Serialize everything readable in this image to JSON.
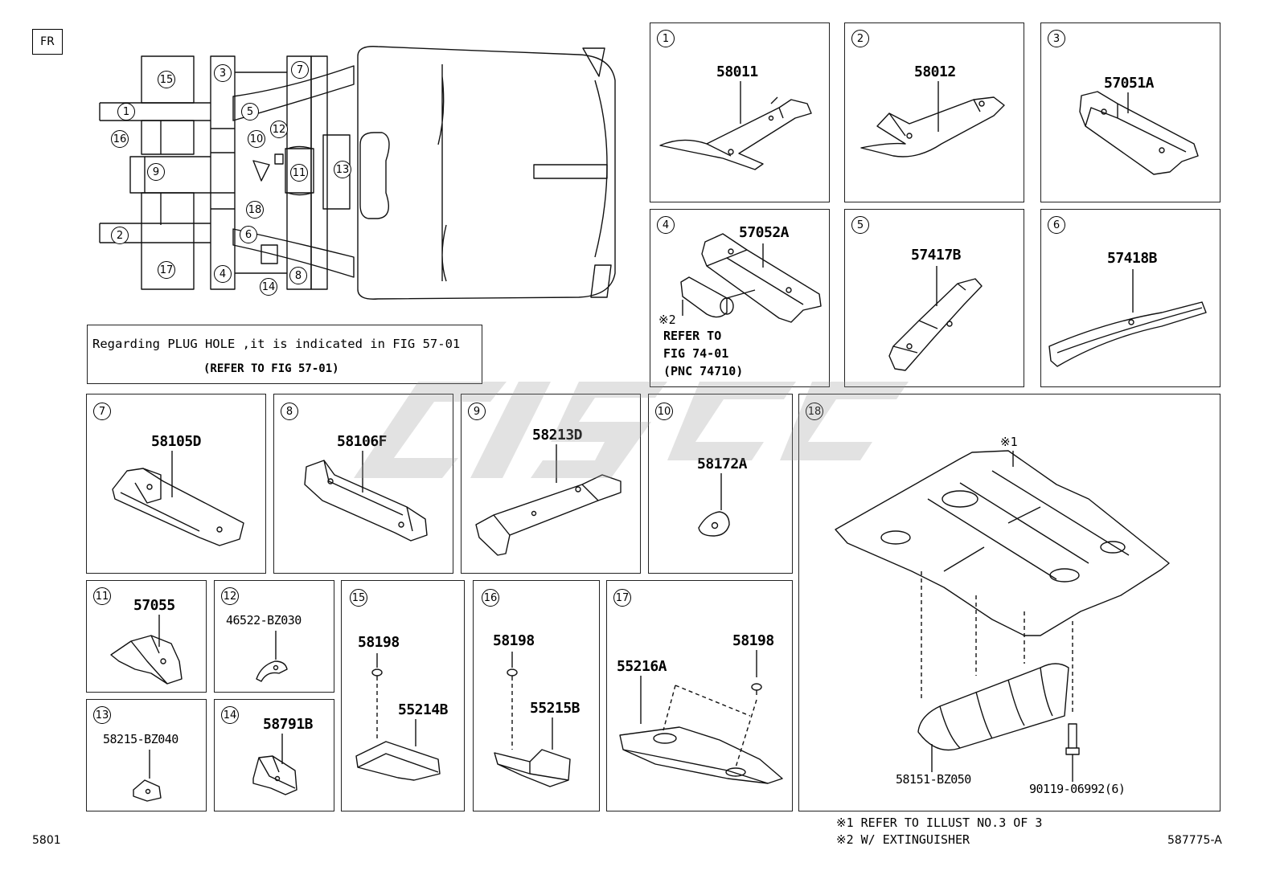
{
  "fr_label": "FR",
  "note": {
    "line1": "Regarding PLUG HOLE ,it is indicated in FIG 57-01",
    "line2": "(REFER TO FIG 57-01)"
  },
  "overview_callouts": [
    "15",
    "3",
    "7",
    "1",
    "5",
    "12",
    "16",
    "10",
    "11",
    "13",
    "9",
    "18",
    "2",
    "6",
    "8",
    "17",
    "4",
    "14"
  ],
  "panels": [
    {
      "num": "1",
      "parts": [
        "58011"
      ]
    },
    {
      "num": "2",
      "parts": [
        "58012"
      ]
    },
    {
      "num": "3",
      "parts": [
        "57051A"
      ]
    },
    {
      "num": "4",
      "parts": [
        "57052A"
      ],
      "note": "※2",
      "refer": [
        "REFER TO",
        "FIG 74-01",
        "(PNC 74710)"
      ]
    },
    {
      "num": "5",
      "parts": [
        "57417B"
      ]
    },
    {
      "num": "6",
      "parts": [
        "57418B"
      ]
    },
    {
      "num": "7",
      "parts": [
        "58105D"
      ]
    },
    {
      "num": "8",
      "parts": [
        "58106F"
      ]
    },
    {
      "num": "9",
      "parts": [
        "58213D"
      ]
    },
    {
      "num": "10",
      "parts": [
        "58172A"
      ]
    },
    {
      "num": "18",
      "parts": [
        "58151-BZ050",
        "90119-06992(6)"
      ],
      "note": "※1"
    },
    {
      "num": "11",
      "parts": [
        "57055"
      ]
    },
    {
      "num": "12",
      "parts": [
        "46522-BZ030"
      ]
    },
    {
      "num": "15",
      "parts": [
        "58198",
        "55214B"
      ]
    },
    {
      "num": "16",
      "parts": [
        "58198",
        "55215B"
      ]
    },
    {
      "num": "17",
      "parts": [
        "55216A",
        "58198"
      ]
    },
    {
      "num": "13",
      "parts": [
        "58215-BZ040"
      ]
    },
    {
      "num": "14",
      "parts": [
        "58791B"
      ]
    }
  ],
  "footnotes": [
    "※1 REFER TO ILLUST NO.3 OF 3",
    "※2 W/ EXTINGUISHER"
  ],
  "page_code": "5801",
  "fig_code": "587775-A",
  "colors": {
    "line": "#111111",
    "watermark": "#9a9a9a"
  }
}
